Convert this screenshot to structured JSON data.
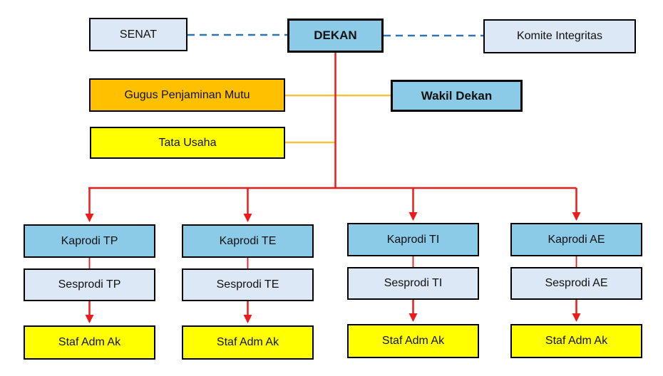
{
  "diagram": {
    "type": "org-chart",
    "language": "Indonesian",
    "description": "Faculty organizational structure chart"
  },
  "colors": {
    "blue": "#8CCBE8",
    "light": "#DCE8F5",
    "orange": "#FFC000",
    "yellow": "#FFFF00",
    "red": "#ED1B1B",
    "dash": "#2E75B6",
    "gold": "#F2C240",
    "border": "#000000"
  },
  "nodes": {
    "senat": {
      "label": "SENAT"
    },
    "dekan": {
      "label": "DEKAN"
    },
    "komite": {
      "label": "Komite Integritas"
    },
    "gugus": {
      "label": "Gugus Penjaminan Mutu"
    },
    "wakil": {
      "label": "Wakil Dekan"
    },
    "tata": {
      "label": "Tata Usaha"
    },
    "kaprodi_tp": {
      "label": "Kaprodi TP"
    },
    "kaprodi_te": {
      "label": "Kaprodi TE"
    },
    "kaprodi_ti": {
      "label": "Kaprodi TI"
    },
    "kaprodi_ae": {
      "label": "Kaprodi AE"
    },
    "sesprodi_tp": {
      "label": "Sesprodi TP"
    },
    "sesprodi_te": {
      "label": "Sesprodi TE"
    },
    "sesprodi_ti": {
      "label": "Sesprodi TI"
    },
    "sesprodi_ae": {
      "label": "Sesprodi AE"
    },
    "staf_tp": {
      "label": "Staf Adm Ak"
    },
    "staf_te": {
      "label": "Staf Adm Ak"
    },
    "staf_ti": {
      "label": "Staf Adm Ak"
    },
    "staf_ae": {
      "label": "Staf Adm Ak"
    }
  }
}
